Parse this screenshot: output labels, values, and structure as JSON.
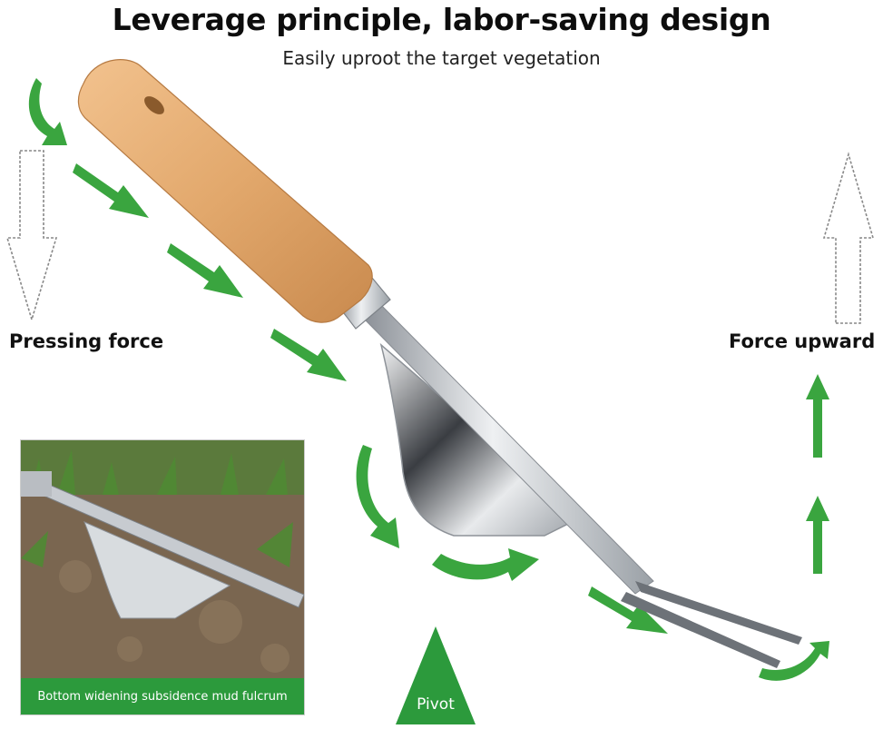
{
  "header": {
    "title": "Leverage principle, labor-saving design",
    "subtitle": "Easily uproot the target vegetation"
  },
  "labels": {
    "pressing_force": "Pressing force",
    "force_upward": "Force upward",
    "pivot": "Pivot"
  },
  "inset": {
    "caption": "Bottom widening subsidence mud fulcrum"
  },
  "icons": {
    "pressing_arrow": "outline-down-arrow-icon",
    "upward_arrow": "outline-up-arrow-icon",
    "motion_arrows": "green-arrow-icon",
    "pivot": "green-triangle-icon"
  },
  "colors": {
    "arrow_green": "#3aa53f",
    "caption_green": "#2c9a3c",
    "handle_wood": "#e2a86c",
    "steel": "#c9cdd2"
  }
}
